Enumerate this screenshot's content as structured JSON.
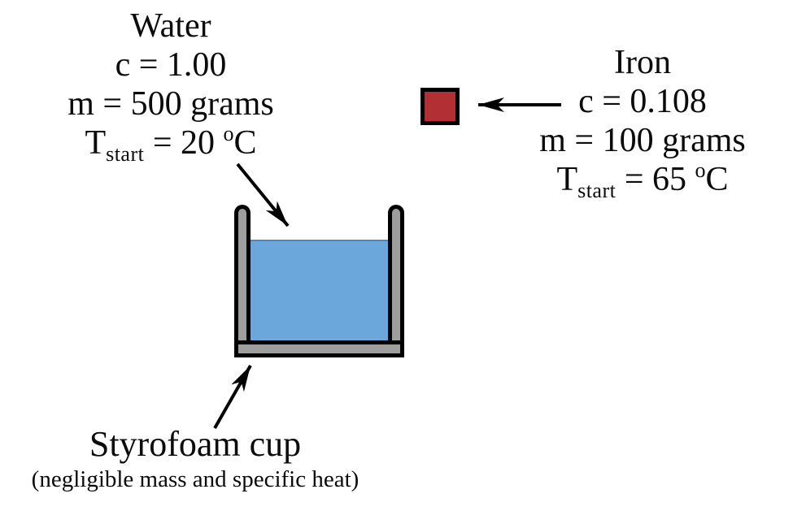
{
  "water_label": {
    "title": "Water",
    "specific_heat": "c = 1.00",
    "mass": "m = 500 grams",
    "temp": {
      "symbol": "T",
      "subscript": "start",
      "value": " = 20 ",
      "degree": "o",
      "unit": "C"
    }
  },
  "iron_label": {
    "title": "Iron",
    "specific_heat": "c = 0.108",
    "mass": "m = 100 grams",
    "temp": {
      "symbol": "T",
      "subscript": "start",
      "value": " = 65 ",
      "degree": "o",
      "unit": "C"
    }
  },
  "cup_label": {
    "title": "Styrofoam cup",
    "note": "(negligible mass and specific heat)"
  },
  "colors": {
    "background": "#ffffff",
    "iron_fill": "#b23034",
    "water_fill": "#6ca7db",
    "cup_gray": "#9e9e9e",
    "outline": "#000000"
  }
}
